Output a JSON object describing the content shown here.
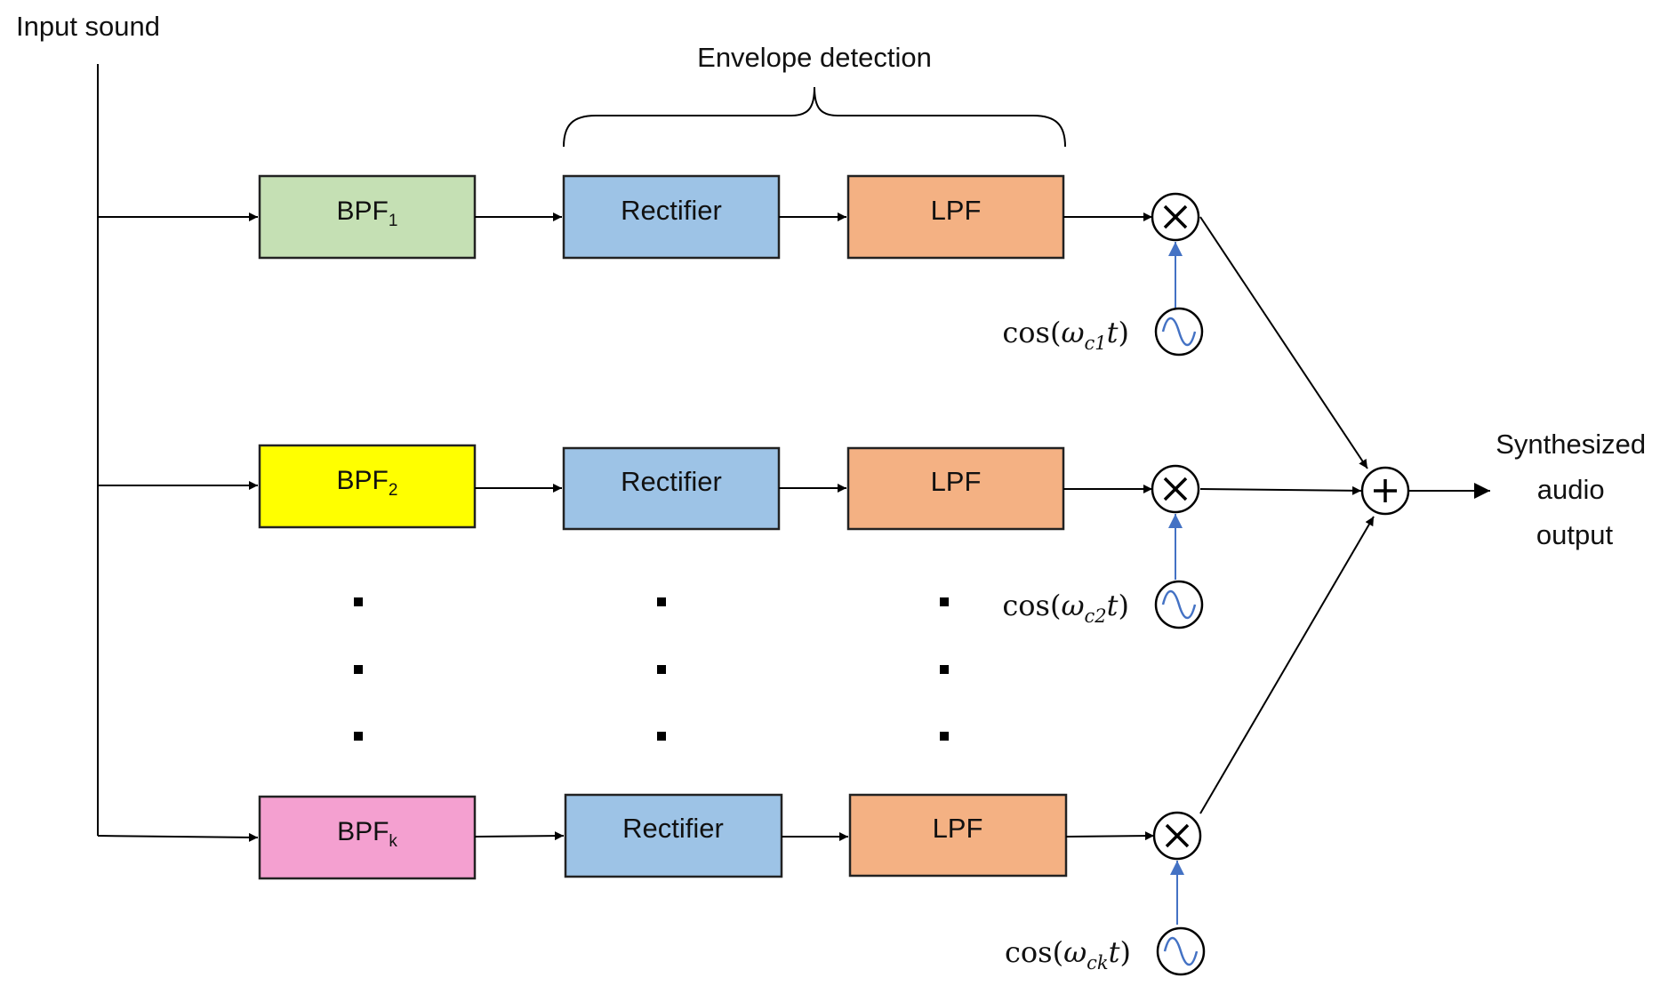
{
  "input_label": "Input sound",
  "envelope_label": "Envelope detection",
  "output_label": [
    "Synthesized",
    "audio",
    "output"
  ],
  "channels": [
    {
      "bpf_base": "BPF",
      "bpf_sub": "1",
      "bpf_color": "#c5e0b4",
      "rectifier": "Rectifier",
      "lpf": "LPF",
      "carrier": {
        "pre": "cos(",
        "omega": "ω",
        "sub": "c1",
        "var": "t",
        "post": ")"
      }
    },
    {
      "bpf_base": "BPF",
      "bpf_sub": "2",
      "bpf_color": "#ffff00",
      "rectifier": "Rectifier",
      "lpf": "LPF",
      "carrier": {
        "pre": "cos(",
        "omega": "ω",
        "sub": "c2",
        "var": "t",
        "post": ")"
      }
    },
    {
      "bpf_base": "BPF",
      "bpf_sub": "k",
      "bpf_color": "#f4a0d0",
      "rectifier": "Rectifier",
      "lpf": "LPF",
      "carrier": {
        "pre": "cos(",
        "omega": "ω",
        "sub": "ck",
        "var": "t",
        "post": ")"
      }
    }
  ],
  "colors": {
    "rectifier": "#9dc3e6",
    "lpf": "#f4b183",
    "oscillator_feed": "#4472c4"
  },
  "icons": {
    "multiplier": "multiply-circle-icon",
    "summer": "plus-circle-icon",
    "oscillator": "sine-wave-icon"
  }
}
